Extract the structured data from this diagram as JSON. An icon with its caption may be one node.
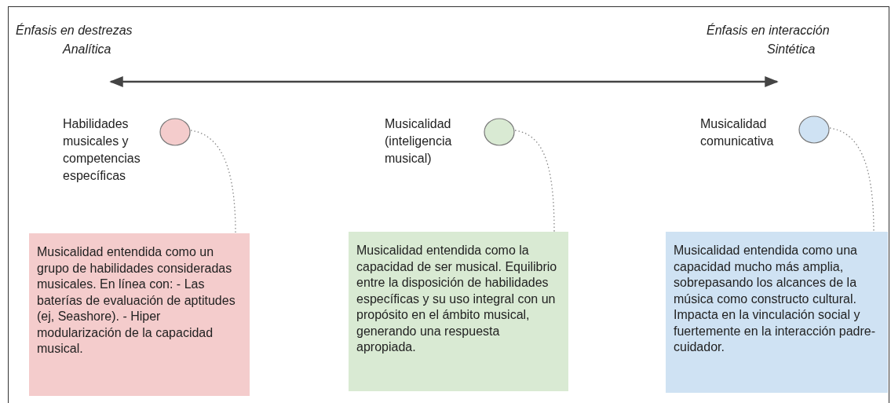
{
  "diagram": {
    "nodes": [
      {
        "text": [],
        "shape": "circle",
        "beside": [
          "Habilidades musicales y competencias específicas"
        ]
      },
      {
        "text": [
          "Musicalidad entendida como un grupo de habilidades consideradas musicales. En línea con: - Las baterías de evaluación de aptitudes (ej, Seashore). - Hiper modularización de la capacidad musical."
        ]
      },
      {
        "text": [],
        "shape": "circle",
        "beside": [
          "Musicalidad (inteligencia musical)"
        ]
      },
      {
        "text": [
          "Musicalidad entendida como la capacidad de ser musical. Equilibrio entre la disposición de habilidades específicas y su uso integral con un propósito en el ámbito musical, generando una respuesta apropiada."
        ]
      },
      {
        "text": [],
        "shape": "circle",
        "beside": [
          "Musicalidad comunicativa"
        ]
      },
      {
        "text": [
          "Musicalidad entendida como una capacidad mucho más amplia, sobrepasando los alcances de la música como constructo cultural. Impacta en la vinculación social y fuertemente en la interacción padre-cuidador."
        ]
      }
    ],
    "edges": [
      {
        "from": 0,
        "to": 1,
        "arrow": "none",
        "style": "dashed"
      },
      {
        "from": 2,
        "to": 3,
        "arrow": "none",
        "style": "dashed"
      },
      {
        "from": 4,
        "to": 5,
        "arrow": "none",
        "style": "dashed"
      }
    ],
    "labels": [
      "Énfasis en destrezas",
      "Analítica",
      "Énfasis en interacción",
      "Sintética"
    ]
  }
}
